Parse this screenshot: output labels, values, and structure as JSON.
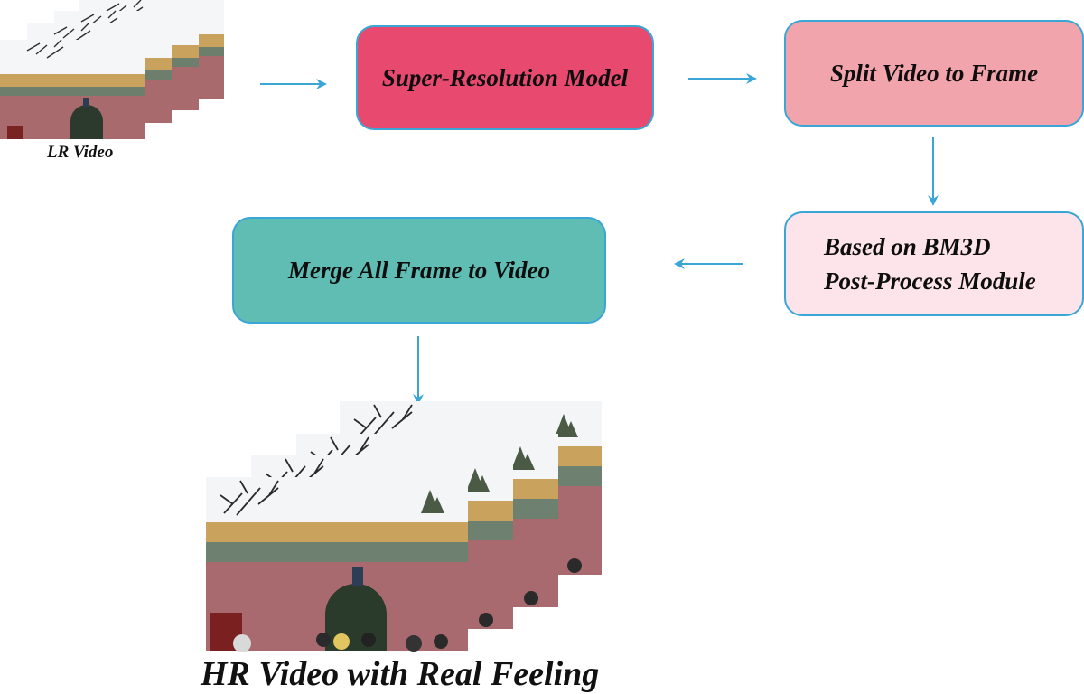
{
  "lr_caption": "LR Video",
  "hr_caption": "HR Video with Real Feeling",
  "steps": {
    "super_resolution": "Super-Resolution Model",
    "split": "Split Video to Frame",
    "post_process_line1": "Based on BM3D",
    "post_process_line2": "Post-Process Module",
    "merge": "Merge All Frame to Video"
  },
  "colors": {
    "super_resolution": "#e8496f",
    "split": "#f2a4ac",
    "post_process": "#fde4ea",
    "merge": "#5fbdb3",
    "arrow": "#3aa6d6"
  }
}
